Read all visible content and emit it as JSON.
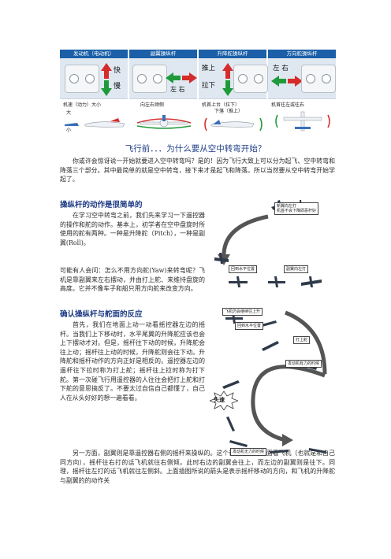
{
  "panels": [
    {
      "title": "发动机（电动机）",
      "arrow_labels": [
        "快",
        "慢"
      ],
      "bottom_labels": [
        "机速（动力）大小",
        "大",
        "小"
      ]
    },
    {
      "title": "副翼操纵杆",
      "arrow_labels": [
        "左 右"
      ],
      "bottom_labels": [
        "向左右倾侧"
      ]
    },
    {
      "title": "升降舵操纵杆",
      "arrow_labels": [
        "推上",
        "拉下"
      ],
      "bottom_labels": [
        "机首上台（拉下）",
        "下落（推上）"
      ]
    },
    {
      "title": "方向舵操纵杆",
      "arrow_labels": [
        "左 右"
      ],
      "bottom_labels": [
        "机首往左或往右"
      ]
    }
  ],
  "subtitle": "飞行前．．．为什么要从空中转弯开始？",
  "intro": "你或许会惊讶说一开始就要进入空中转弯吗？是的！因为飞行大致上可以分为起飞、空中转弯和降落三个部分。其中最简单的就是空中转弯，接下来才是起飞和降落。所以当然要从空中转弯开始学起了。",
  "section1": {
    "heading": "操纵杆的动作是很简单的",
    "p1": "在学习空中转弯之前，我们先来学习一下遥控器的操作和舵的动作。基本上，初学者在空中盘旋时所使用的舵有两种。一种是升降舵（Pitch），一种是副翼(Roll)。",
    "p2": "可能有人会问：怎么不用方向舵(Yaw)来转弯呢？飞机是靠副翼来左右摆动，并由打上舵、来维持盘旋的高度。它并不像车子和船只用方向舵来改变方向。"
  },
  "section2": {
    "heading": "确认操纵杆与舵面的反应",
    "p1": "首先，我们在地面上动一动看摇控器左边的摇杆。当我们上下移动时，水平尾翼的升降舵应该也会上下摆动才对。但是，摇杆往下动的时候，升降舵会往上动；摇杆往上动的时候，升降舵则会往下动。升降舵和摇杆动作的方向正好是相反的。遥控器左边的遥杆往下拉时称为打上舵；摇杆往上拉时称为打下舵。第一次碰飞行用遥控器的人往往会把打上舵和打下舵的意思搞反了。不要太过自信自己都懂了，自己人在从头好好的想一遍看看。",
    "p2": "另一方面，副翼则是靠遥控器右侧的摇杆来操纵的。这个很好记，从后面看飞机（也就是和自己同方向），摇杆往右打的话飞机就往右侧倾。此时右边的副翼会往上，而左边的副翼则是往下。同理，摇杆往左打的话飞机就往左侧斜。上面插图所说的箭头是表示摇杆移动的方向，和飞机的升降舵与副翼的的动作关"
  },
  "figure": {
    "tags": [
      "新翼向左打\n机首不会下降即恶杆好",
      "回到水平位置",
      "副翼向左打",
      "飞机仍会继续往上升",
      "回到水平位置",
      "打上舵",
      "发动机有力的时候",
      "发动机无力的时候"
    ],
    "burst_label": "失速"
  },
  "colors": {
    "accent": "#1a5fa8",
    "heading": "#1f3c86",
    "arrow_red": "#d62b2b",
    "arrow_green": "#1f9a3b"
  }
}
